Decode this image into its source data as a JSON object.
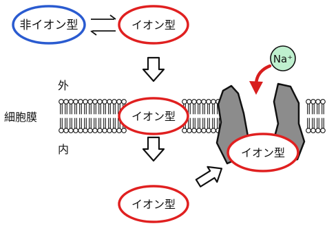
{
  "labels": {
    "nonionic": "非イオン型",
    "ionic_top": "イオン型",
    "ionic_membrane": "イオン型",
    "ionic_bottom": "イオン型",
    "ionic_inside_cell": "イオン型",
    "outside": "外",
    "inside": "内",
    "membrane": "細胞膜",
    "sodium_ion": "Na⁺"
  },
  "colors": {
    "nonionic_ring": "#2a5bd0",
    "ionic_ring": "#e02020",
    "channel_fill": "#8c8c8c",
    "ion_badge_fill": "#bff0cf",
    "curved_arrow": "#d81e1e"
  }
}
